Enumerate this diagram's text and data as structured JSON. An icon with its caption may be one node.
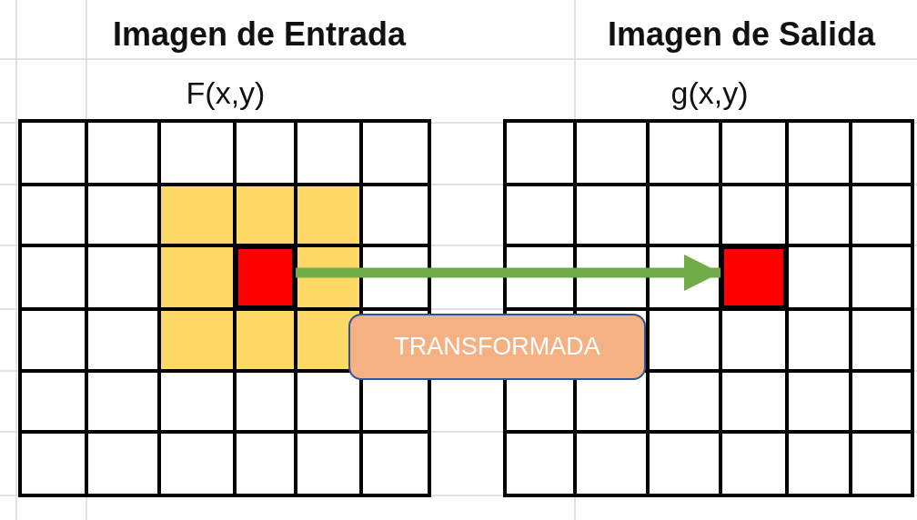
{
  "diagram": {
    "nodes": [
      {
        "text": [],
        "shape": "box"
      },
      {
        "text": [],
        "shape": "box"
      },
      {
        "text": [
          "TRANSFORMADA"
        ]
      }
    ],
    "edges": [
      {
        "from": 0,
        "to": 1,
        "arrow": "to"
      }
    ],
    "labels": [
      "Imagen de Entrada",
      "Imagen de Salida",
      "F(x,y)",
      "g(x,y)"
    ]
  }
}
